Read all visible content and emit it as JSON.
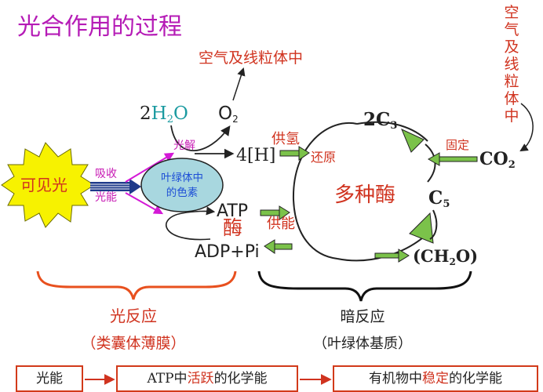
{
  "title": "光合作用的过程",
  "colors": {
    "title": "#b51bb6",
    "red_label": "#d0331f",
    "teal": "#1a9aa0",
    "green_arrow": "#7bc24a",
    "sun": "#f7f200",
    "pigment": "#a8d7df",
    "blue_text": "#1e4fd6"
  },
  "labels": {
    "air_mito_h": "空气及线粒体中",
    "air_mito_v": [
      "空",
      "气",
      "及",
      "线",
      "粒",
      "体",
      "中"
    ],
    "h2o_coef": "2",
    "h2o_h": "H",
    "h2o_sub": "2",
    "h2o_o": "O",
    "o2_o": "O",
    "o2_sub": "2",
    "photolysis": "光解",
    "h_4": "4[H]",
    "visible_light": "可见光",
    "absorb": "吸收",
    "light_energy": "光能",
    "pigment_line1": "叶绿体中",
    "pigment_line2": "的色素",
    "atp": "ATP",
    "enzyme_small": "酶",
    "adp_pi": "ADP+Pi",
    "supply_h": "供氢",
    "reduce": "还原",
    "supply_energy": "供能",
    "c3_coef": "2C",
    "c3_sub": "3",
    "multi_enzyme": "多种酶",
    "c5_c": "C",
    "c5_sub": "5",
    "fix": "固定",
    "co2_co": "CO",
    "co2_sub": "2",
    "ch2o_a": "(CH",
    "ch2o_sub": "2",
    "ch2o_b": "O)",
    "light_reaction": "光反应",
    "thylakoid": "（类囊体薄膜）",
    "dark_reaction": "暗反应",
    "stroma": "（叶绿体基质）"
  },
  "energy_flow": [
    {
      "text": "光能"
    },
    {
      "pre": "ATP中",
      "hl": "活跃",
      "post": "的化学能"
    },
    {
      "pre": "有机物中",
      "hl": "稳定",
      "post": "的化学能"
    }
  ]
}
